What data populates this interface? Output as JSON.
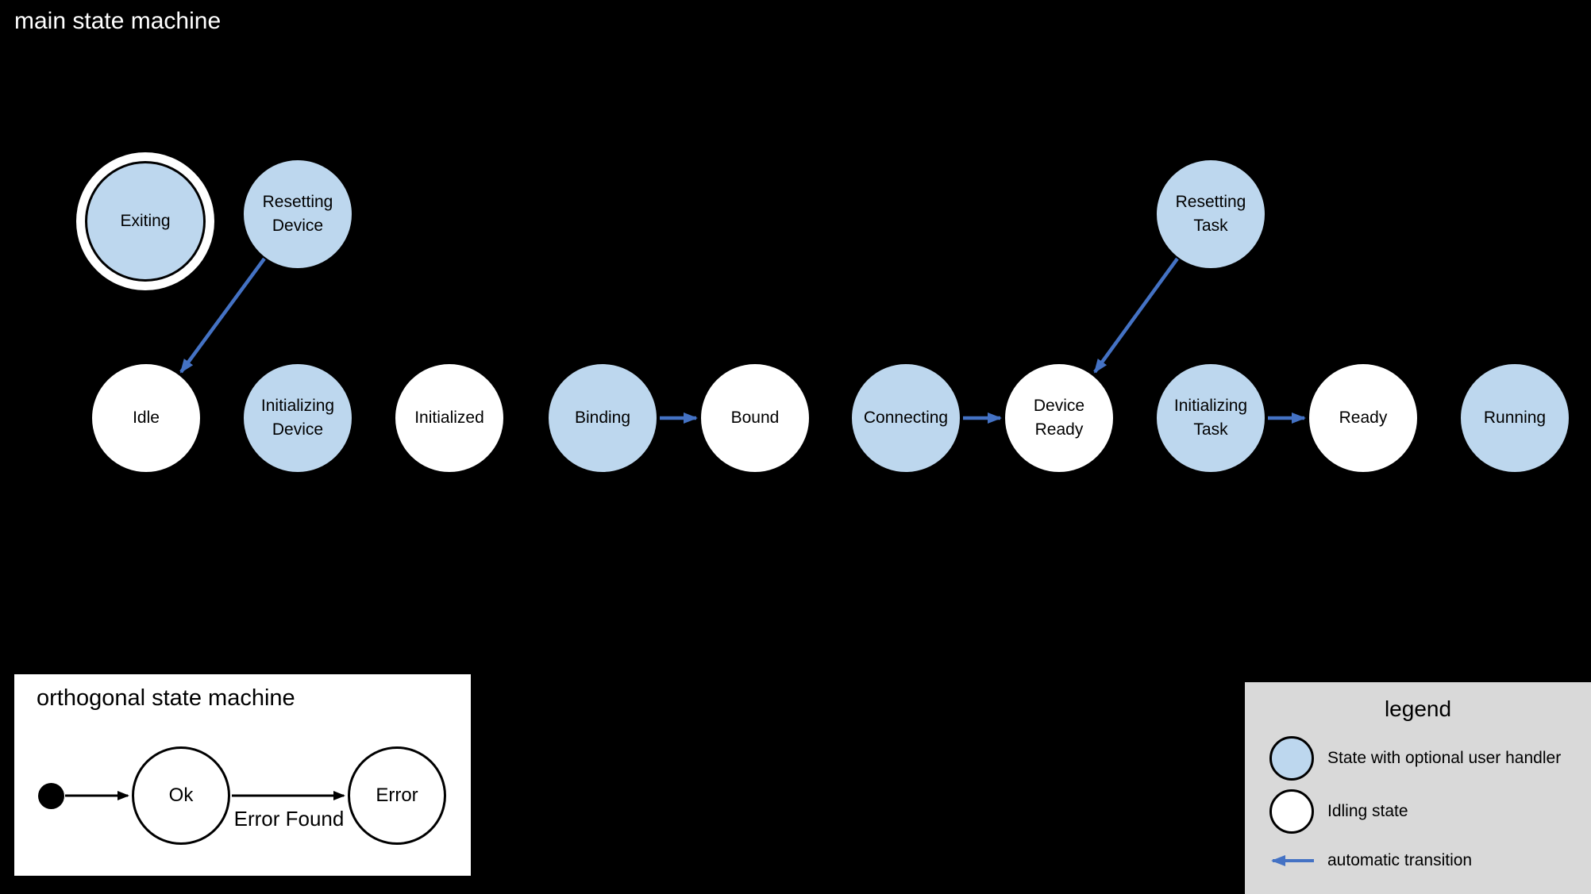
{
  "main_machine": {
    "title": "main state machine",
    "states": [
      {
        "label": "Exiting",
        "kind": "handler",
        "final": true
      },
      {
        "label": "Resetting Device",
        "kind": "handler"
      },
      {
        "label": "Resetting Task",
        "kind": "handler"
      },
      {
        "label": "Idle",
        "kind": "idling"
      },
      {
        "label": "Initializing Device",
        "kind": "handler"
      },
      {
        "label": "Initialized",
        "kind": "idling"
      },
      {
        "label": "Binding",
        "kind": "handler"
      },
      {
        "label": "Bound",
        "kind": "idling"
      },
      {
        "label": "Connecting",
        "kind": "handler"
      },
      {
        "label": "Device Ready",
        "kind": "idling"
      },
      {
        "label": "Initializing Task",
        "kind": "handler"
      },
      {
        "label": "Ready",
        "kind": "idling"
      },
      {
        "label": "Running",
        "kind": "handler"
      }
    ],
    "transitions": [
      {
        "from": "Resetting Device",
        "to": "Idle",
        "type": "automatic"
      },
      {
        "from": "Binding",
        "to": "Bound",
        "type": "automatic"
      },
      {
        "from": "Connecting",
        "to": "Device Ready",
        "type": "automatic"
      },
      {
        "from": "Resetting Task",
        "to": "Device Ready",
        "type": "automatic"
      },
      {
        "from": "Initializing Task",
        "to": "Ready",
        "type": "automatic"
      }
    ]
  },
  "orthogonal_machine": {
    "title": "orthogonal state machine",
    "states": [
      {
        "label": "Ok"
      },
      {
        "label": "Error"
      }
    ],
    "transitions": [
      {
        "from": "initial",
        "to": "Ok",
        "label": ""
      },
      {
        "from": "Ok",
        "to": "Error",
        "label": "Error Found"
      }
    ],
    "transition_label": "Error Found"
  },
  "legend": {
    "title": "legend",
    "items": [
      {
        "swatch": "handler-state-circle",
        "label": "State with optional user handler"
      },
      {
        "swatch": "idling-state-circle",
        "label": "Idling state"
      },
      {
        "swatch": "automatic-transition-arrow",
        "label": "automatic transition"
      }
    ]
  },
  "colors": {
    "background": "#000000",
    "handler_state_fill": "#BDD7EE",
    "idling_state_fill": "#FFFFFF",
    "automatic_transition": "#4472C4",
    "legend_background": "#D9D9D9",
    "panel_background": "#FFFFFF"
  }
}
